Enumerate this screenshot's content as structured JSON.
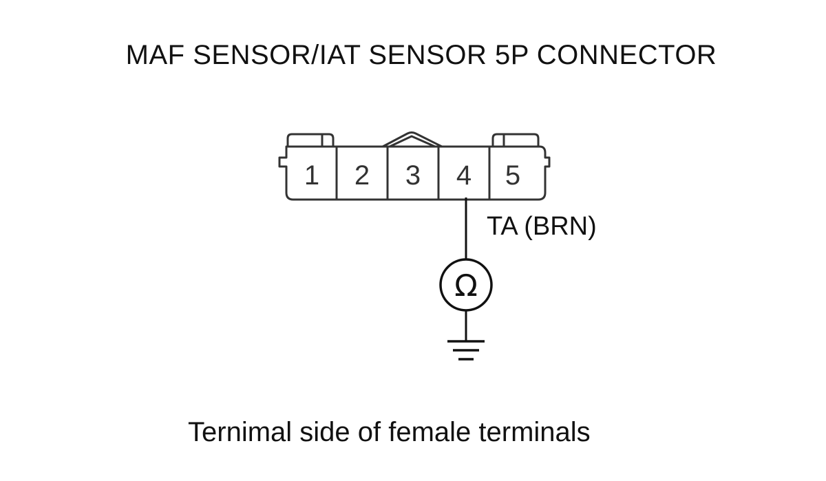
{
  "diagram": {
    "title": "MAF SENSOR/IAT SENSOR 5P CONNECTOR",
    "caption": "Ternimal side of female terminals",
    "connector": {
      "pins": [
        "1",
        "2",
        "3",
        "4",
        "5"
      ],
      "connected_pin": "4"
    },
    "wire_label": "TA (BRN)",
    "meter_symbol": "Ω",
    "meter_icon": "ohmmeter-icon",
    "ground_icon": "ground-icon"
  }
}
